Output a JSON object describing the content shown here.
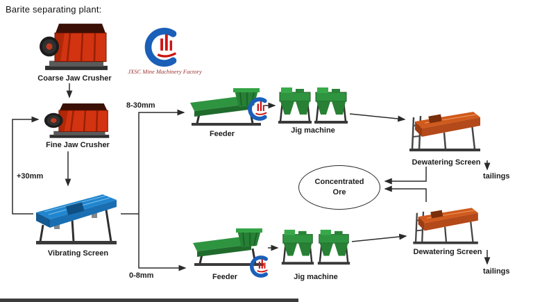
{
  "title": "Barite separating plant:",
  "logo": {
    "caption": "JXSC Mine Machinery Factory"
  },
  "machines": {
    "coarse_jaw_crusher": {
      "label": "Coarse Jaw Crusher"
    },
    "fine_jaw_crusher": {
      "label": "Fine Jaw Crusher"
    },
    "vibrating_screen": {
      "label": "Vibrating Screen"
    },
    "feeder_top": {
      "label": "Feeder"
    },
    "jig_machine_top": {
      "label": "Jig machine"
    },
    "dewatering_screen_top": {
      "label": "Dewatering Screen"
    },
    "feeder_bottom": {
      "label": "Feeder"
    },
    "jig_machine_bottom": {
      "label": "Jig machine"
    },
    "dewatering_screen_bottom": {
      "label": "Dewatering Screen"
    }
  },
  "flow": {
    "oversize_recycle": "+30mm",
    "size_range_top": "8-30mm",
    "size_range_bottom": "0-8mm",
    "concentrated_ore": "Concentrated Ore",
    "tailings_top": "tailings",
    "tailings_bottom": "tailings"
  },
  "colors": {
    "crusher_red": "#d23310",
    "screen_blue": "#2186cf",
    "machine_green": "#2f9440",
    "dewatering_orange": "#d05a1d",
    "logo_blue": "#1a5fb8",
    "logo_red": "#cc1414",
    "connector": "#2b2b2b"
  }
}
